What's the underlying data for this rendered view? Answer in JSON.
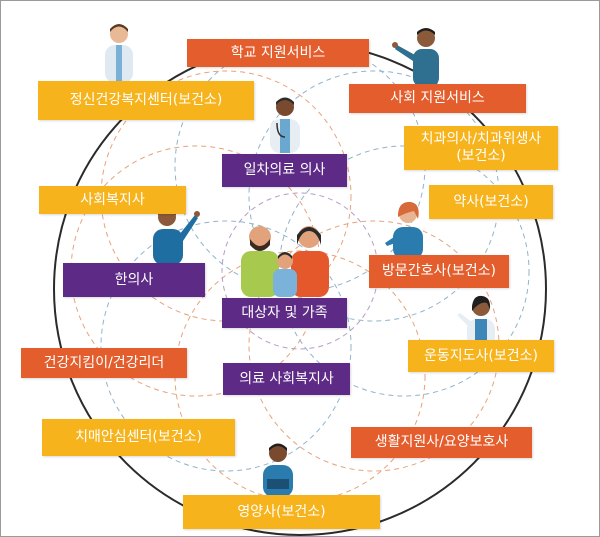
{
  "center": {
    "label": "대상자 및 가족"
  },
  "inner": {
    "primary_doctor": "일차의료 의사",
    "oriental_doctor": "한의사",
    "medical_social_worker": "의료 사회복지사"
  },
  "outer": {
    "school_support": "학교 지원서비스",
    "mental_health_center": "정신건강복지센터(보건소)",
    "social_support": "사회 지원서비스",
    "dentist_line1": "치과의사/치과위생사",
    "dentist_line2": "(보건소)",
    "social_worker": "사회복지사",
    "pharmacist": "약사(보건소)",
    "visiting_nurse": "방문간호사(보건소)",
    "health_leader": "건강지킴이/건강리더",
    "exercise_instructor": "운동지도사(보건소)",
    "dementia_center": "치매안심센터(보건소)",
    "caregiver": "생활지원사/요양보호사",
    "dietitian": "영양사(보건소)"
  },
  "colors": {
    "yellow": "#f6b31b",
    "orange": "#e45d2c",
    "purple": "#5d2a86",
    "ring": "#2b2b2b",
    "dash_orange": "#e8a27a",
    "dash_blue": "#8fb4cc"
  },
  "icons": [
    "doctor-person-icon",
    "family-icon",
    "person-figure-icon"
  ]
}
